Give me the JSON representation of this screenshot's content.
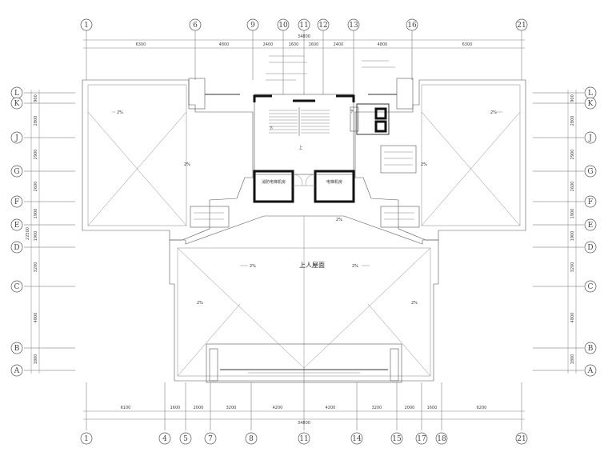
{
  "grid_top": [
    "1",
    "6",
    "9",
    "10",
    "11",
    "12",
    "13",
    "16",
    "21"
  ],
  "grid_bottom": [
    "1",
    "4",
    "5",
    "7",
    "8",
    "11",
    "14",
    "15",
    "17",
    "18",
    "21"
  ],
  "grid_rows": [
    "L",
    "K",
    "J",
    "G",
    "F",
    "E",
    "D",
    "C",
    "B",
    "A"
  ],
  "dims": {
    "top_segments": [
      "6300",
      "4800",
      "2400",
      "1600",
      "1600",
      "2400",
      "4800",
      "6300"
    ],
    "top_total": "34800",
    "bottom_segments": [
      "6100",
      "1600",
      "2000",
      "3200",
      "4200",
      "4200",
      "3200",
      "2000",
      "1600",
      "6200"
    ],
    "bottom_total": "34800",
    "left_rows": [
      "900",
      "2800",
      "2900",
      "2600",
      "1900",
      "1900",
      "3200",
      "4800",
      "1800"
    ],
    "left_total": "22500",
    "right_rows": [
      "900",
      "2800",
      "2900",
      "2600",
      "1900",
      "1900",
      "3200",
      "4800",
      "1800"
    ]
  },
  "labels": {
    "roof_main": "上人屋面",
    "room_left": "消防电梯机房",
    "room_right": "电梯机房",
    "stair_up": "上",
    "down": "下"
  },
  "slopes": [
    "2%",
    "2%",
    "2%",
    "2%",
    "2%",
    "2%",
    "2%",
    "2%",
    "2%"
  ]
}
